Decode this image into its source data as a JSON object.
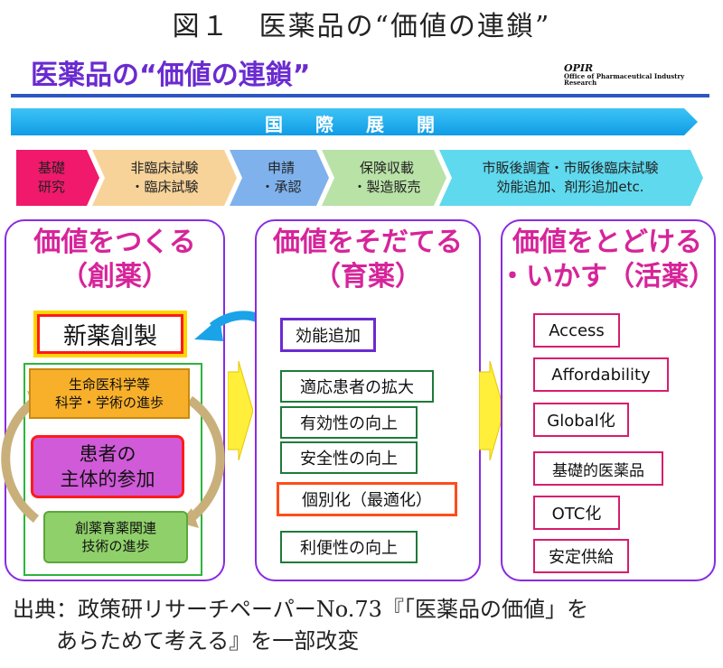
{
  "figure_title": "図１　医薬品の“価値の連鎖”",
  "banner": {
    "title": "医薬品の“価値の連鎖”",
    "logo_main": "OPIR",
    "logo_sub": "Office of Pharmaceutical Industry Research"
  },
  "international": "国際展開",
  "stages": [
    {
      "label": "基礎\n研究",
      "color": "#f0196c"
    },
    {
      "label": "非臨床試験\n・臨床試験",
      "color": "#f7d39a"
    },
    {
      "label": "申請\n・承認",
      "color": "#7fb2ec"
    },
    {
      "label": "保険収載\n・製造販売",
      "color": "#b9e2a7"
    },
    {
      "label": "市販後調査・市販後臨床試験\n効能追加、剤形追加etc.",
      "color": "#5fd9ee"
    }
  ],
  "panels": {
    "create": {
      "heading": "価値をつくる\n（創薬）",
      "new_drug": "新薬創製",
      "life_science": "生命医科学等\n科学・学術の進歩",
      "patient": "患者の\n主体的参加",
      "tech": "創薬育薬関連\n技術の進歩"
    },
    "nurture": {
      "heading": "価値をそだてる\n（育薬）",
      "items": [
        "効能追加",
        "適応患者の拡大",
        "有効性の向上",
        "安全性の向上",
        "個別化（最適化）",
        "利便性の向上"
      ]
    },
    "deliver": {
      "heading": "価値をとどける\n・いかす（活薬）",
      "items": [
        "Access",
        "Affordability",
        "Global化",
        "基礎的医薬品",
        "OTC化",
        "安定供給"
      ]
    }
  },
  "caption": "出典：政策研リサーチペーパーNo.73『「医薬品の価値」を\n　　あらためて考える』を一部改変",
  "colors": {
    "purple": "#6a2bd0",
    "magenta": "#d6249a",
    "blue_arrow": "#1aa3e8",
    "yellow_chevron": "#ffef3a"
  }
}
